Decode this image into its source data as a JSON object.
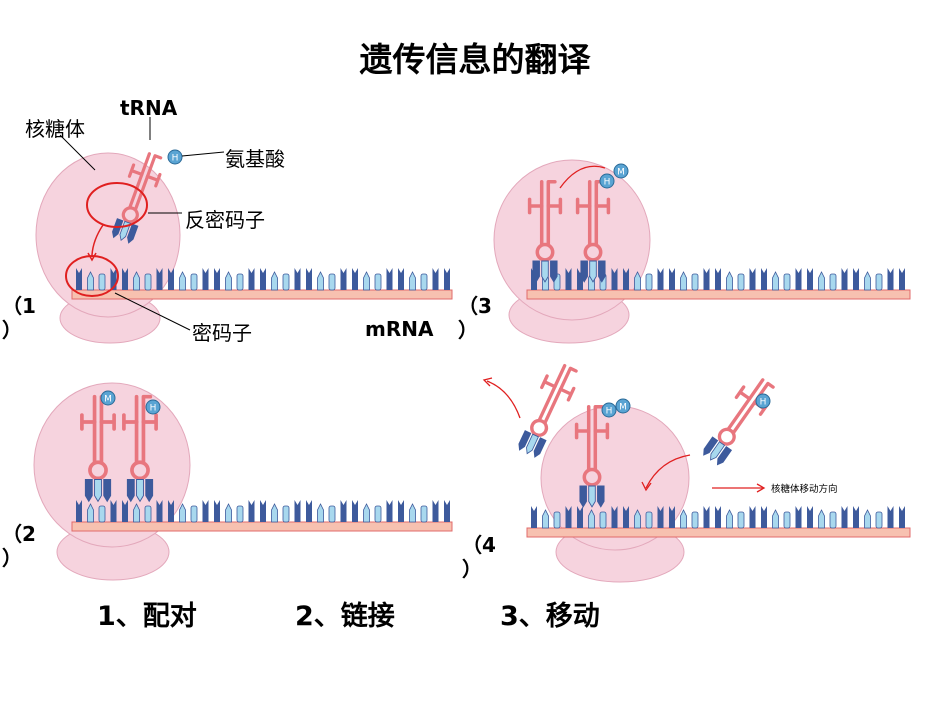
{
  "title": "遗传信息的翻译",
  "labels": {
    "ribosome": "核糖体",
    "trna": "tRNA",
    "amino_acid": "氨基酸",
    "anticodon": "反密码子",
    "codon": "密码子",
    "mrna": "mRNA",
    "move_direction": "核糖体移动方向",
    "residue_m": "M",
    "residue_h": "H"
  },
  "panels": [
    {
      "open": "（1",
      "close": "）"
    },
    {
      "open": "（2",
      "close": "）"
    },
    {
      "open": "（3",
      "close": "）"
    },
    {
      "open": "（4",
      "close": "）"
    }
  ],
  "steps": [
    {
      "label": "1、配对"
    },
    {
      "label": "2、链接"
    },
    {
      "label": "3、移动"
    }
  ],
  "colors": {
    "ribosome_fill": "#f6d3de",
    "ribosome_stroke": "#e3a8bb",
    "strand": "#f7c1b0",
    "strand_stroke": "#e06b6b",
    "trna": "#e8767e",
    "base_blue": "#3d5a9c",
    "base_light": "#a8d8ee",
    "circle_red": "#e02020",
    "amino": "#5aa4d3"
  }
}
